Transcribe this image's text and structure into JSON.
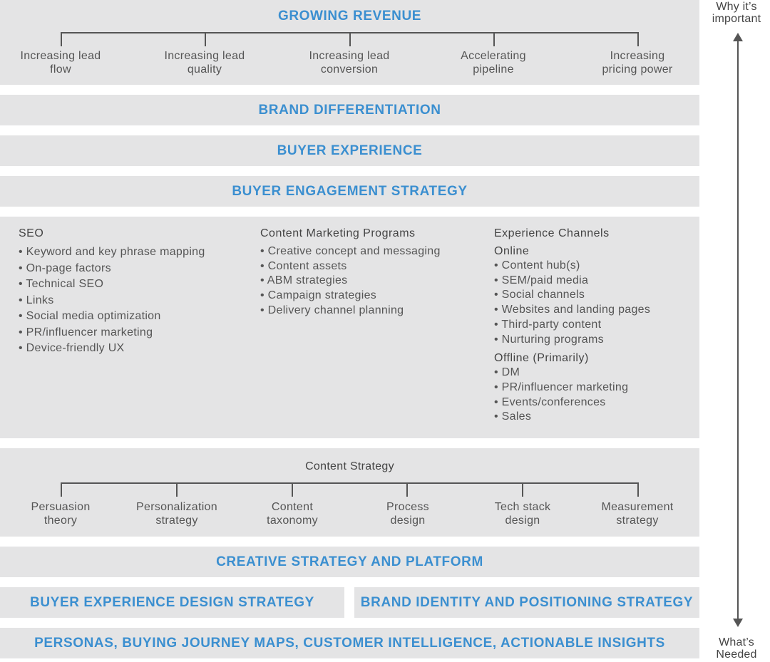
{
  "revenue": {
    "title": "GROWING REVENUE",
    "leaves": [
      "Increasing lead\nflow",
      "Increasing lead\nquality",
      "Increasing lead\nconversion",
      "Accelerating\npipeline",
      "Increasing\npricing power"
    ]
  },
  "bands": {
    "brand_differentiation": "BRAND DIFFERENTIATION",
    "buyer_experience": "BUYER EXPERIENCE",
    "buyer_engagement": "BUYER ENGAGEMENT STRATEGY",
    "creative_strategy": "CREATIVE STRATEGY AND PLATFORM",
    "bx_design": "BUYER EXPERIENCE DESIGN STRATEGY",
    "brand_identity": "BRAND IDENTITY AND POSITIONING STRATEGY",
    "personas": "PERSONAS, BUYING JOURNEY MAPS, CUSTOMER INTELLIGENCE, ACTIONABLE INSIGHTS"
  },
  "engagement": {
    "seo": {
      "title": "SEO",
      "items": [
        "• Keyword and key phrase mapping",
        "• On-page factors",
        "• Technical SEO",
        "• Links",
        "• Social media optimization",
        "• PR/influencer marketing",
        "• Device-friendly UX"
      ]
    },
    "content_marketing": {
      "title": "Content Marketing Programs",
      "items": [
        "• Creative concept and messaging",
        "• Content assets",
        "• ABM strategies",
        "• Campaign strategies",
        "• Delivery channel planning"
      ]
    },
    "experience_channels": {
      "title": "Experience Channels",
      "online_label": "Online",
      "online_items": [
        "• Content hub(s)",
        "• SEM/paid media",
        "• Social channels",
        "• Websites and landing pages",
        "• Third-party content",
        "• Nurturing programs"
      ],
      "offline_label": "Offline (Primarily)",
      "offline_items": [
        "• DM",
        "• PR/influencer marketing",
        "• Events/conferences",
        "• Sales"
      ]
    }
  },
  "content_strategy": {
    "title": "Content Strategy",
    "leaves": [
      "Persuasion\ntheory",
      "Personalization\nstrategy",
      "Content\ntaxonomy",
      "Process\ndesign",
      "Tech stack\ndesign",
      "Measurement\nstrategy"
    ]
  },
  "axis": {
    "top_label": "Why it’s\nimportant",
    "bottom_label": "What’s\nNeeded"
  },
  "colors": {
    "accent": "#3b8fd0",
    "band_bg": "#e4e4e5",
    "text": "#555555"
  }
}
